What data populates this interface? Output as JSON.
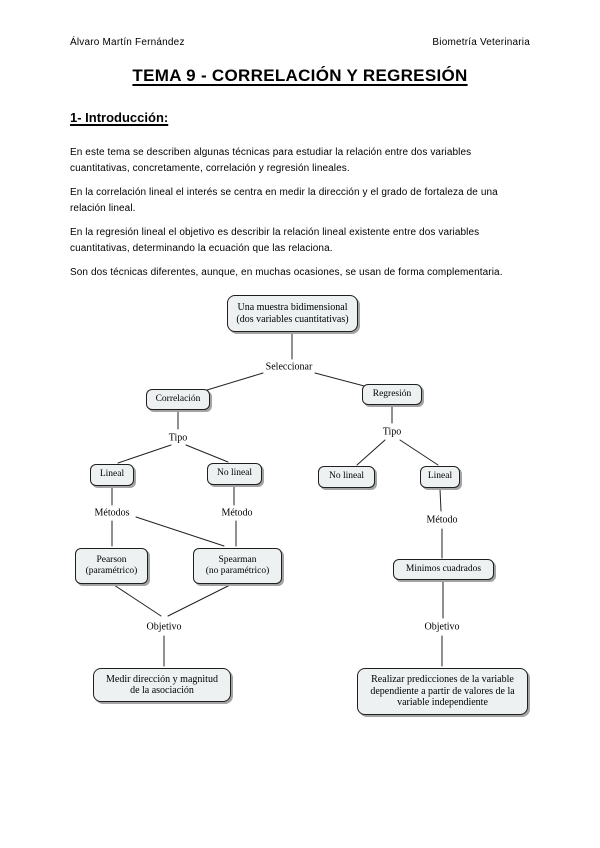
{
  "page": {
    "header": {
      "left": "Álvaro Martín Fernández",
      "right": "Biometría Veterinaria"
    },
    "title": "TEMA 9 - CORRELACIÓN Y REGRESIÓN",
    "section_heading": "1- Introducción:",
    "paragraphs": [
      "En este tema se describen algunas técnicas para estudiar la relación entre dos variables\ncuantitativas, concretamente, correlación y regresión lineales.",
      "En la correlación lineal el interés se centra en medir la dirección y el grado de fortaleza de una\nrelación lineal.",
      "En la regresión lineal el objetivo es describir la relación lineal existente entre dos variables\ncuantitativas, determinando la ecuación que las relaciona.",
      "Son dos técnicas diferentes, aunque, en muchas ocasiones, se usan de forma complementaria."
    ]
  },
  "diagram": {
    "nodes": {
      "muestra": "Una muestra bidimensional\n(dos variables cuantitativas)",
      "correlacion": "Correlación",
      "regresion": "Regresión",
      "lineal_corr": "Lineal",
      "no_lineal_corr": "No lineal",
      "no_lineal_reg": "No lineal",
      "lineal_reg": "Lineal",
      "pearson": "Pearson\n(paramétrico)",
      "spearman": "Spearman\n(no paramétrico)",
      "minimos": "Minimos cuadrados",
      "medir": "Medir dirección y magnitud\nde la asociación",
      "realizar": "Realizar predicciones de la variable\ndependiente a partir de valores de la\nvariable independiente"
    },
    "labels": {
      "seleccionar": "Seleccionar",
      "tipo_corr": "Tipo",
      "tipo_reg": "Tipo",
      "metodos": "Métodos",
      "metodo_corr": "Método",
      "metodo_reg": "Método",
      "objetivo_corr": "Objetivo",
      "objetivo_reg": "Objetivo"
    },
    "colors": {
      "node_fill": "#edf1f1",
      "node_border": "#1f1f1f",
      "node_shadow": "#a3a3a3",
      "line": "#222222"
    }
  }
}
